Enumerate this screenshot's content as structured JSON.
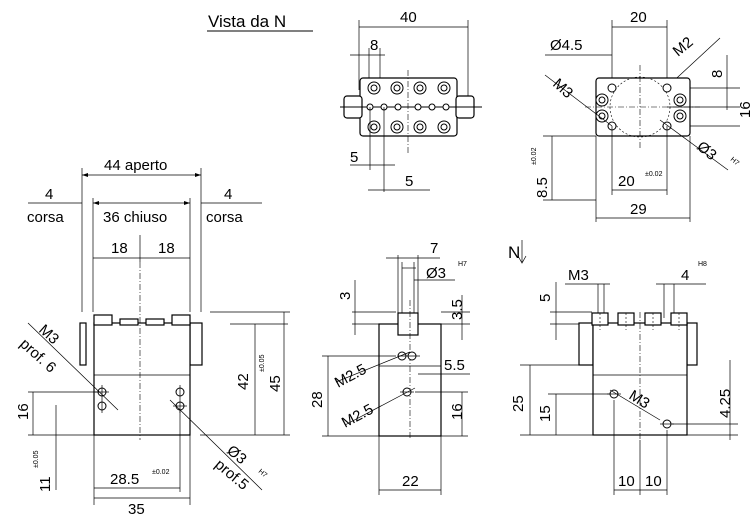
{
  "title": "Vista da N",
  "north": "N",
  "front": {
    "open_width": "44 aperto",
    "closed_width": "36 chiuso",
    "stroke": "4",
    "stroke_label": "corsa",
    "jaw_l": "18",
    "jaw_r": "18",
    "thread_l": "M3",
    "depth_l": "prof. 6",
    "hole_r": "Ø3",
    "hole_tol": "H7",
    "depth_r": "prof.5",
    "h42": "42",
    "tol005": "±0.05",
    "h45": "45",
    "h16": "16",
    "h11": "11",
    "w285": "28.5",
    "tol002": "±0.02",
    "w35": "35"
  },
  "top": {
    "w40": "40",
    "w8": "8",
    "w5a": "5",
    "w5b": "5"
  },
  "topright": {
    "w20": "20",
    "d45": "Ø4.5",
    "m2": "M2",
    "m3": "M3",
    "h8": "8",
    "h16": "16",
    "d3": "Ø3",
    "h7": "H7",
    "h85": "8.5",
    "tol": "±0.02",
    "w20b": "20",
    "tolb": "±0.02",
    "w29": "29"
  },
  "side": {
    "w7": "7",
    "d3": "Ø3",
    "h7": "H7",
    "h3": "3",
    "h35": "3.5",
    "m25a": "M2.5",
    "h55": "5.5",
    "h28": "28",
    "m25b": "M2.5",
    "h16": "16",
    "w22": "22"
  },
  "back": {
    "m3": "M3",
    "w4": "4",
    "h8": "H8",
    "h5": "5",
    "h25": "25",
    "h15": "15",
    "m3b": "M3",
    "h425": "4.25",
    "w10a": "10",
    "w10b": "10"
  }
}
